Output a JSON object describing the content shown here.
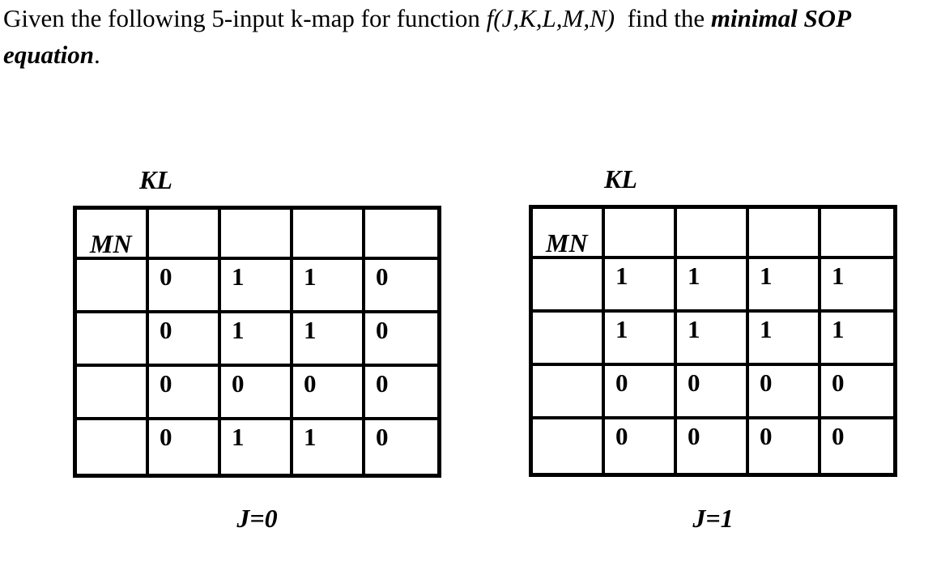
{
  "title": {
    "regular_1": "Given the following 5-input k-map for function ",
    "italic_func": "f(J,K,L,M,N)",
    "regular_2": "  find the ",
    "bold_1": "minimal SOP",
    "bold_2": "equation",
    "period": "."
  },
  "kmaps": [
    {
      "col_label": "KL",
      "row_label": "MN",
      "j_label": "J=0",
      "rows": [
        [
          "0",
          "1",
          "1",
          "0"
        ],
        [
          "0",
          "1",
          "1",
          "0"
        ],
        [
          "0",
          "0",
          "0",
          "0"
        ],
        [
          "0",
          "1",
          "1",
          "0"
        ]
      ]
    },
    {
      "col_label": "KL",
      "row_label": "MN",
      "j_label": "J=1",
      "rows": [
        [
          "1",
          "1",
          "1",
          "1"
        ],
        [
          "1",
          "1",
          "1",
          "1"
        ],
        [
          "0",
          "0",
          "0",
          "0"
        ],
        [
          "0",
          "0",
          "0",
          "0"
        ]
      ]
    }
  ],
  "colors": {
    "text": "#000000",
    "background": "#ffffff",
    "border": "#000000"
  }
}
